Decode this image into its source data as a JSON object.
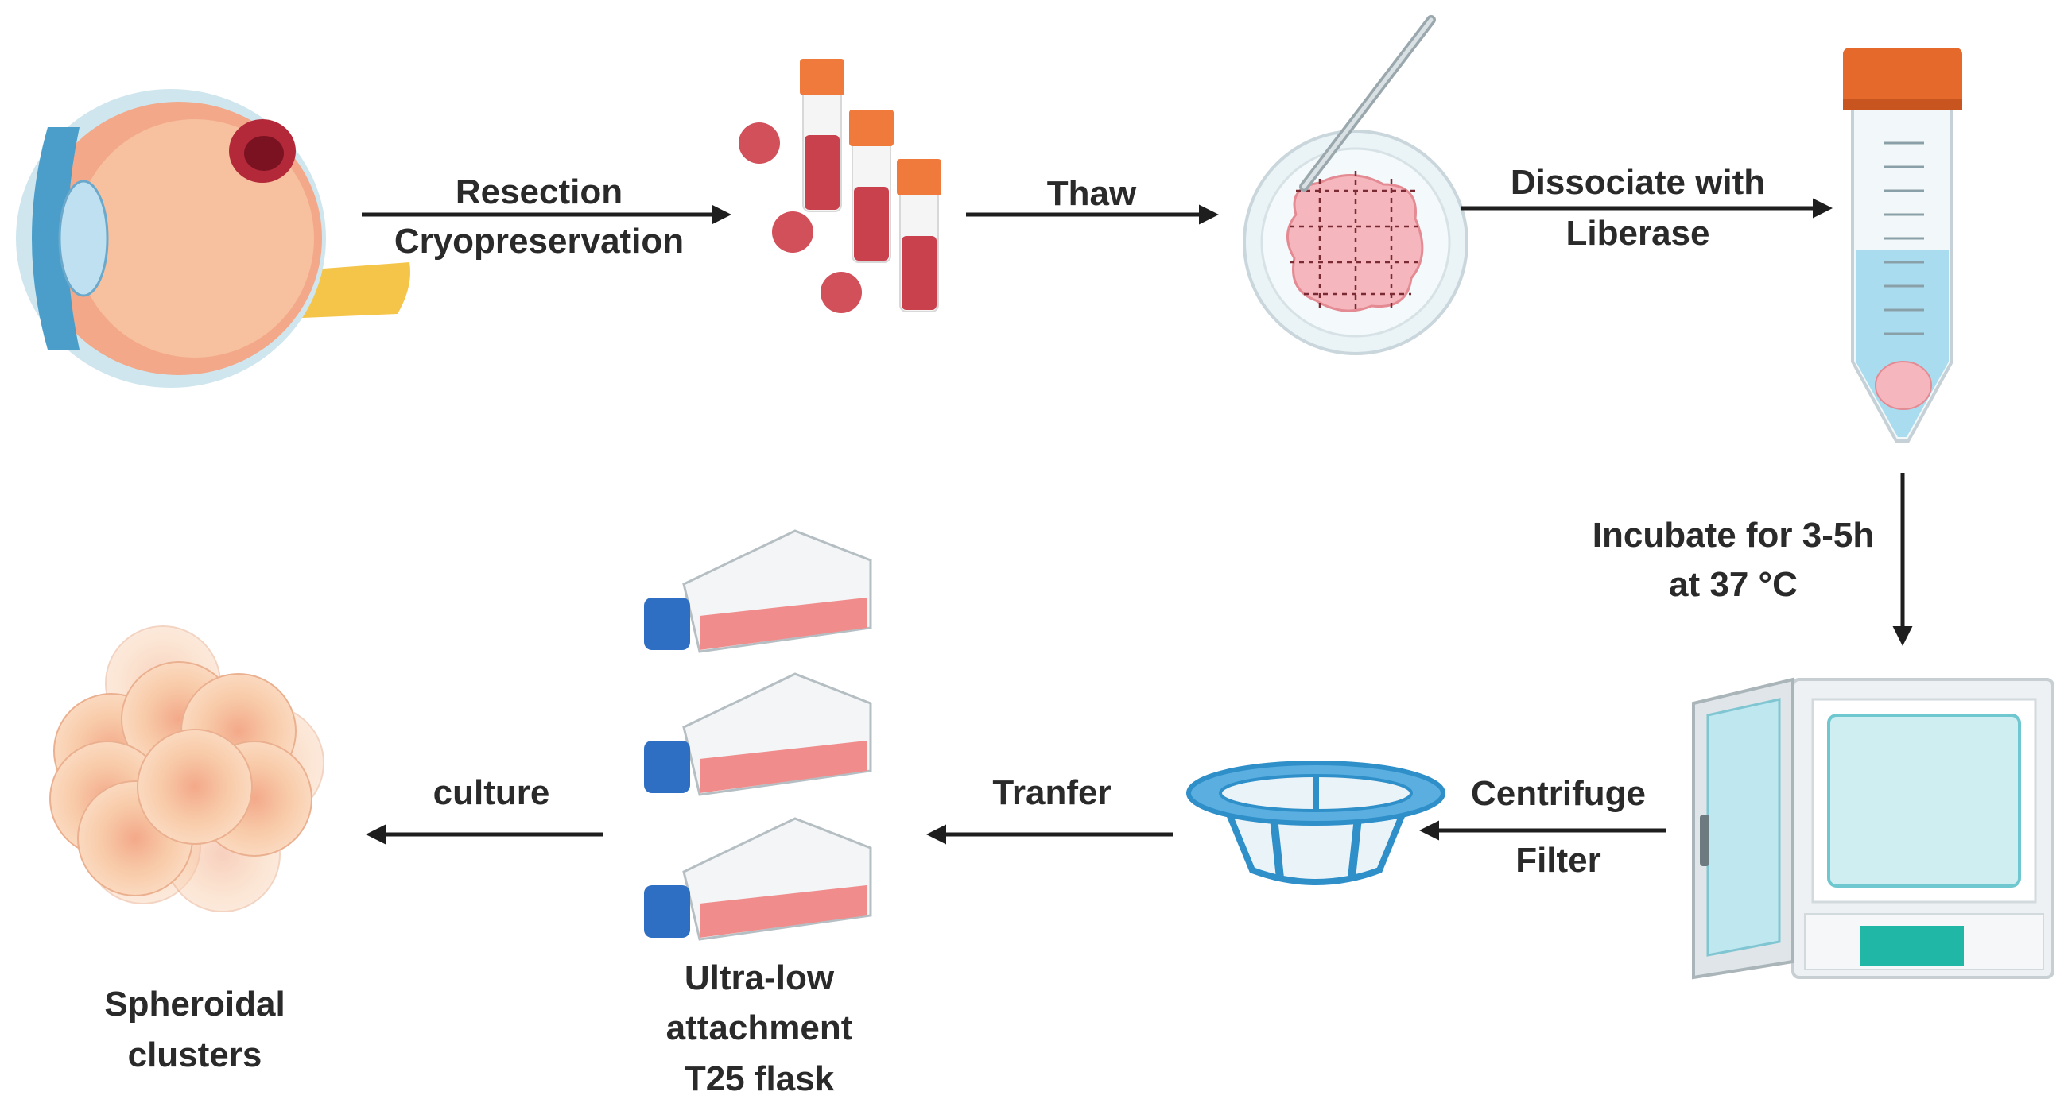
{
  "steps": {
    "resection": {
      "line1": "Resection",
      "line2": "Cryopreservation"
    },
    "thaw": "Thaw",
    "dissociate": {
      "line1": "Dissociate with",
      "line2": "Liberase"
    },
    "incubate": {
      "line1": "Incubate for 3-5h",
      "line2": "at 37 °C"
    },
    "centrifuge": {
      "line1": "Centrifuge",
      "line2": "Filter"
    },
    "transfer": "Tranfer",
    "culture": "culture"
  },
  "captions": {
    "flask": [
      "Ultra-low",
      "attachment",
      "T25 flask"
    ],
    "spheroids": [
      "Spheroidal",
      "clusters"
    ]
  },
  "icons": [
    "eye-icon",
    "tumor-icon",
    "cryovial-icon",
    "tissue-fragment-icon",
    "petri-dish-icon",
    "scalpel-icon",
    "conical-tube-icon",
    "incubator-icon",
    "cell-strainer-icon",
    "culture-flask-icon",
    "spheroid-cluster-icon"
  ],
  "colors": {
    "arrow": "#1e1e1e",
    "tissue": "#c8414d",
    "vial_cap": "#ef7a3b",
    "tube_cap": "#e5692a",
    "medium_blue": "#a9dcee",
    "strainer": "#2f8fc9",
    "flask_cap": "#2e6fc4",
    "flask_medium": "#f08c8c",
    "incubator_accent": "#21b7a6",
    "cell": "#f7c8a6"
  }
}
